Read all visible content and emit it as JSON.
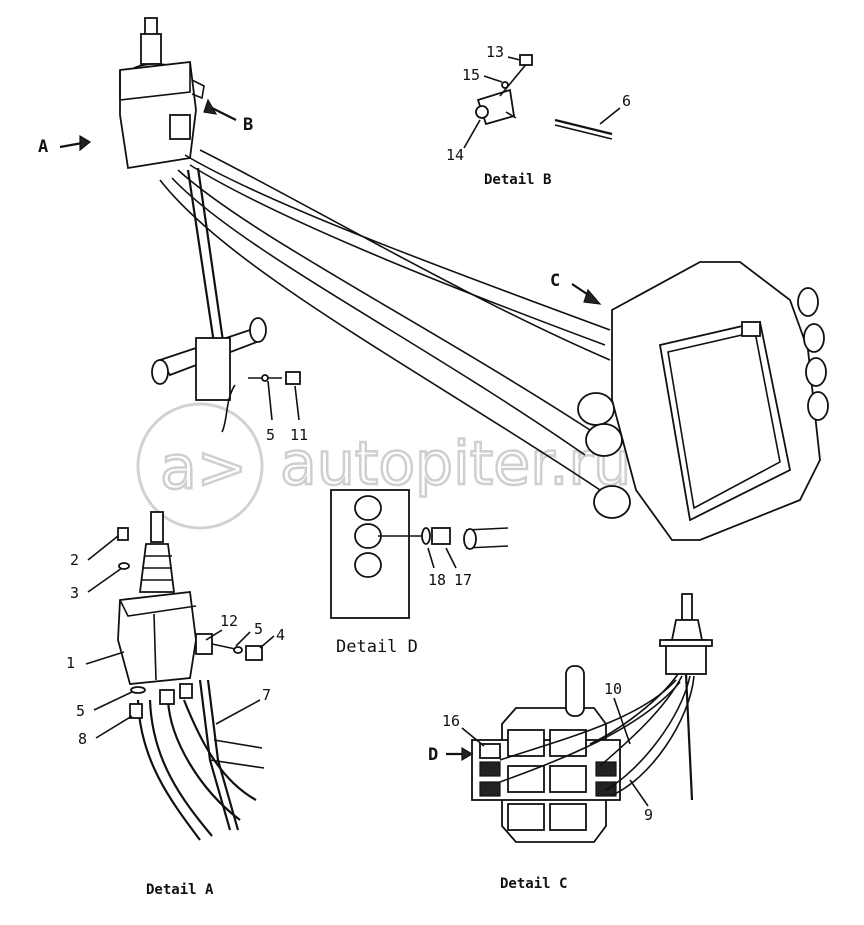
{
  "watermark": "autopiter.ru",
  "views": {
    "main": {
      "arrows": {
        "a": "A",
        "b": "B",
        "c": "C"
      }
    },
    "detail_a": {
      "caption": "Detail A",
      "callouts": [
        "1",
        "2",
        "3",
        "4",
        "5",
        "5",
        "7",
        "8",
        "12"
      ]
    },
    "detail_b": {
      "caption": "Detail B",
      "callouts": [
        "13",
        "15",
        "14",
        "6"
      ]
    },
    "detail_c": {
      "caption": "Detail C",
      "callouts": [
        "10",
        "16",
        "9"
      ],
      "arrow": "D"
    },
    "detail_d": {
      "caption": "Detail D",
      "callouts": [
        "18",
        "17"
      ]
    },
    "main_callouts": [
      "5",
      "11"
    ]
  }
}
